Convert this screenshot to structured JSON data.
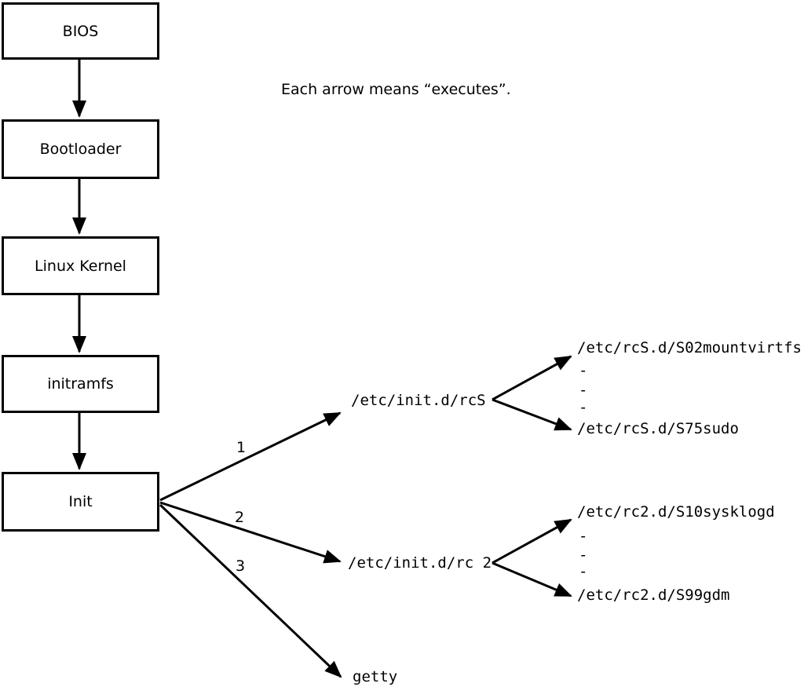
{
  "caption": "Each arrow means “executes”.",
  "colors": {
    "background": "#ffffff",
    "lines": "#000000",
    "text": "#000000"
  },
  "chain": {
    "bios": "BIOS",
    "bootloader": "Bootloader",
    "kernel": "Linux Kernel",
    "initramfs": "initramfs",
    "init": "Init"
  },
  "branches": {
    "order1": "1",
    "order2": "2",
    "order3": "3",
    "rcS": "/etc/init.d/rcS",
    "rc2": "/etc/init.d/rc 2",
    "getty": "getty"
  },
  "rcS_fork": {
    "top": "/etc/rcS.d/S02mountvirtfs",
    "ellipsis": [
      "-",
      "-",
      "-"
    ],
    "bottom": "/etc/rcS.d/S75sudo"
  },
  "rc2_fork": {
    "top": "/etc/rc2.d/S10sysklogd",
    "ellipsis": [
      "-",
      "-",
      "-"
    ],
    "bottom": "/etc/rc2.d/S99gdm"
  }
}
